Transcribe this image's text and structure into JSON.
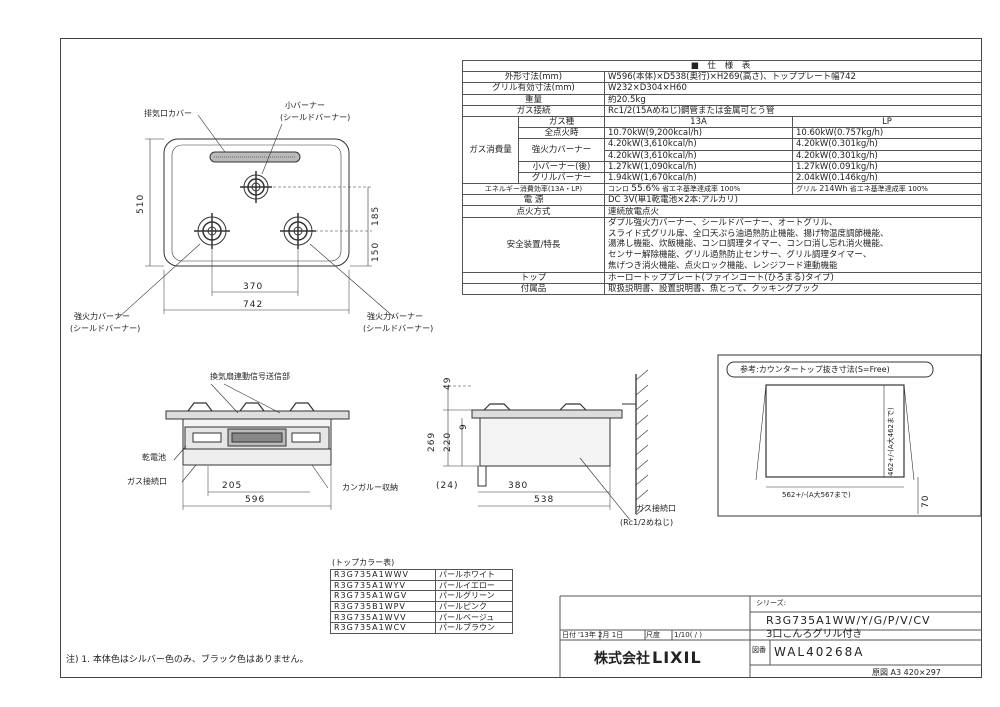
{
  "spec": {
    "title": "■ 仕 様 表",
    "rows": {
      "outer_label": "外形寸法(mm)",
      "outer_value": "W596(本体)×D538(奥行)×H269(高さ)、トッププレート幅742",
      "grill_label": "グリル有効寸法(mm)",
      "grill_value": "W232×D304×H60",
      "weight_label": "重量",
      "weight_value": "約20.5kg",
      "gas_conn_label": "ガス接続",
      "gas_conn_value": "Rc1/2(15Aめねじ)鋼管または金属可とう管",
      "gas_type_label": "ガス種",
      "gas_13a": "13A",
      "gas_lp": "LP",
      "consumption_label": "ガス消費量",
      "c_all_label": "全点火時",
      "c_all_13a": "10.70kW(9,200kcal/h)",
      "c_all_lp": "10.60kW(0.757kg/h)",
      "c_strong1_label": "強火力バーナー",
      "c_strong1_13a": "4.20kW(3,610kcal/h)",
      "c_strong1_lp": "4.20kW(0.301kg/h)",
      "c_strong2_13a": "4.20kW(3,610kcal/h)",
      "c_strong2_lp": "4.20kW(0.301kg/h)",
      "c_small_label": "小バーナー(後)",
      "c_small_13a": "1.27kW(1,090kcal/h)",
      "c_small_lp": "1.27kW(0.091kg/h)",
      "c_grill_label": "グリルバーナー",
      "c_grill_13a": "1.94kW(1,670kcal/h)",
      "c_grill_lp": "2.04kW(0.146kg/h)",
      "energy_label": "エネルギー消費効率(13A・LP)",
      "energy_konro": "コンロ",
      "energy_konro_val": "55.6%",
      "energy_konro_note": "省エネ基準達成率 100%",
      "energy_grill": "グリル",
      "energy_grill_val": "214Wh",
      "energy_grill_note": "省エネ基準達成率 100%",
      "power_label": "電 源",
      "power_value": "DC 3V(単1乾電池×2本:アルカリ)",
      "ignition_label": "点火方式",
      "ignition_value": "連続放電点火",
      "safety_label": "安全装置/特長",
      "safety_lines": [
        "ダブル強火力バーナー、シールドバーナー、オートグリル、",
        "スライド式グリル扉、全口天ぷら油過熱防止機能、揚げ物温度調節機能、",
        "湯沸し機能、炊飯機能、コンロ調理タイマー、コンロ消し忘れ消火機能、",
        "センサー解除機能、グリル過熱防止センサー、グリル調理タイマー、",
        "焦げつき消火機能、点火ロック機能、レンジフード連動機能"
      ],
      "top_label": "トップ",
      "top_value": "ホーロートッププレート(ファインコート(ひろまる)タイプ)",
      "accessory_label": "付属品",
      "accessory_value": "取扱説明書、設置説明書、魚とって、クッキングブック"
    }
  },
  "plan_view": {
    "exhaust_label": "排気口カバー",
    "small_burner_label": "小バーナー",
    "small_burner_sub": "(シールドバーナー)",
    "left_burner_label": "強火力バーナー",
    "left_burner_sub": "(シールドバーナー)",
    "right_burner_label": "強火力バーナー",
    "right_burner_sub": "(シールドバーナー)",
    "dim_depth": "510",
    "dim_185": "185",
    "dim_150": "150",
    "dim_370": "370",
    "dim_742": "742"
  },
  "front_view": {
    "signal_label": "換気扇連動信号送信部",
    "battery_label": "乾電池",
    "gas_label": "ガス接続口",
    "kangaroo_label": "カンガルー収納",
    "dim_205": "205",
    "dim_596": "596"
  },
  "side_view": {
    "dim_49": "49",
    "dim_269": "269",
    "dim_220": "220",
    "dim_9": "9",
    "dim_24": "(24)",
    "dim_380": "380",
    "dim_538": "538",
    "gas_label": "ガス接続口",
    "gas_sub": "(Rc1/2めねじ)"
  },
  "cutout": {
    "title": "参考:カウンタートップ抜き寸法(S=Free)",
    "width": "562+/-(A大567まで)",
    "depth": "462+/-(A大462まで)",
    "dim_70": "70"
  },
  "colors": {
    "title": "(トップカラー表)",
    "rows": [
      {
        "model": "R3G735A1WWV",
        "name": "パールホワイト"
      },
      {
        "model": "R3G735A1WYV",
        "name": "パールイエロー"
      },
      {
        "model": "R3G735A1WGV",
        "name": "パールグリーン"
      },
      {
        "model": "R3G735B1WPV",
        "name": "パールピンク"
      },
      {
        "model": "R3G735A1WVV",
        "name": "パールベージュ"
      },
      {
        "model": "R3G735A1WCV",
        "name": "パールブラウン"
      }
    ]
  },
  "title_block": {
    "series_label": "シリーズ:",
    "series_value": "R3G735A1WW/Y/G/P/V/CV",
    "product_name": "3口こんろグリル付き",
    "date_label": "日付",
    "date_value": "'13年 2月 1日",
    "scale_label": "尺度",
    "scale_value": "1/10( / )",
    "company": "株式会社",
    "brand": "LIXIL",
    "drawing_no_label": "図番",
    "drawing_no": "WAL40268A",
    "paper": "原図 A3 420×297"
  },
  "note": "注) 1. 本体色はシルバー色のみ、ブラック色はありません。"
}
